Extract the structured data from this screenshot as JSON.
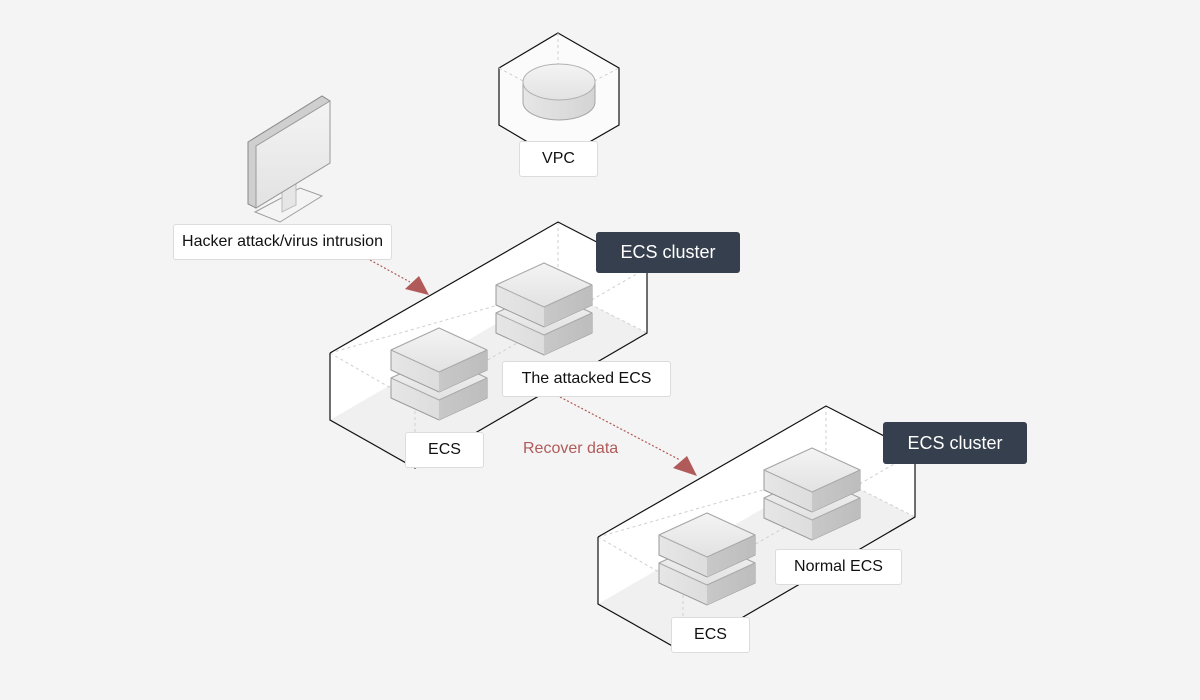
{
  "diagram": {
    "nodes": {
      "vpc": {
        "label": "VPC",
        "icon": "vpc-router-icon"
      },
      "hacker": {
        "label": "Hacker attack/virus intrusion",
        "icon": "monitor-icon"
      },
      "cluster_a": {
        "title": "ECS cluster",
        "servers": [
          {
            "label": "ECS",
            "icon": "server-stack-icon"
          },
          {
            "label": "The attacked ECS",
            "icon": "server-stack-icon"
          }
        ]
      },
      "cluster_b": {
        "title": "ECS cluster",
        "servers": [
          {
            "label": "ECS",
            "icon": "server-stack-icon"
          },
          {
            "label": "Normal ECS",
            "icon": "server-stack-icon"
          }
        ]
      }
    },
    "edges": [
      {
        "from": "hacker",
        "to": "cluster_a",
        "label": "",
        "style": "dotted",
        "color": "#b05a5a"
      },
      {
        "from": "cluster_a.attacked",
        "to": "cluster_b",
        "label": "Recover data",
        "style": "dotted",
        "color": "#b05a5a"
      }
    ],
    "colors": {
      "background": "#f4f4f4",
      "dark_label": "#363f4d",
      "edge": "#b05a5a"
    }
  }
}
